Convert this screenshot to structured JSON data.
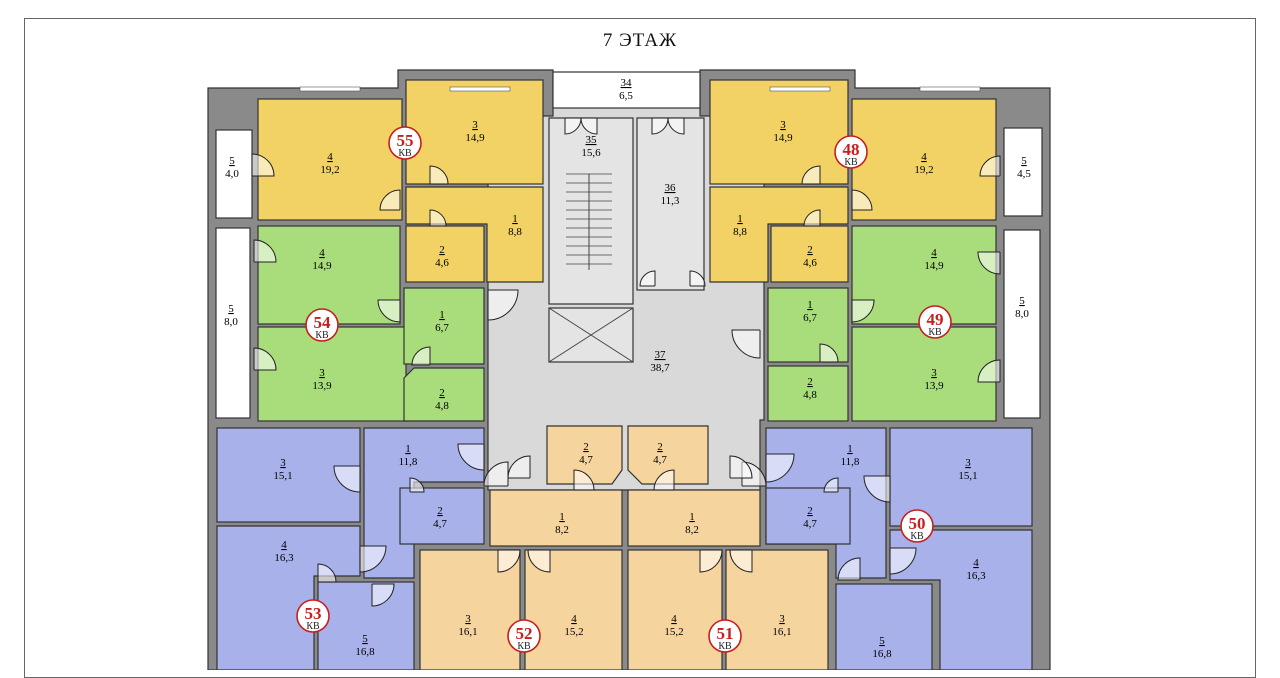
{
  "title": "7 ЭТАЖ",
  "colors": {
    "apt_yellow": "#f2d265",
    "apt_green": "#a9dc7a",
    "apt_blue": "#a9b1ea",
    "apt_peach": "#f6d49e",
    "common": "#d9d9d9",
    "wall": "#8a8a8a",
    "badge_red": "#c81e1e"
  },
  "apartments": [
    {
      "number": "55",
      "suffix": "КВ",
      "rooms": [
        {
          "n": "4",
          "a": "19,2"
        },
        {
          "n": "3",
          "a": "14,9"
        },
        {
          "n": "1",
          "a": "8,8"
        },
        {
          "n": "2",
          "a": "4,6"
        },
        {
          "n": "5",
          "a": "4,0"
        }
      ]
    },
    {
      "number": "48",
      "suffix": "КВ",
      "rooms": [
        {
          "n": "3",
          "a": "14,9"
        },
        {
          "n": "4",
          "a": "19,2"
        },
        {
          "n": "1",
          "a": "8,8"
        },
        {
          "n": "2",
          "a": "4,6"
        },
        {
          "n": "5",
          "a": "4,5"
        }
      ]
    },
    {
      "number": "54",
      "suffix": "КВ",
      "rooms": [
        {
          "n": "4",
          "a": "14,9"
        },
        {
          "n": "3",
          "a": "13,9"
        },
        {
          "n": "1",
          "a": "6,7"
        },
        {
          "n": "2",
          "a": "4,8"
        },
        {
          "n": "5",
          "a": "8,0"
        }
      ]
    },
    {
      "number": "49",
      "suffix": "КВ",
      "rooms": [
        {
          "n": "4",
          "a": "14,9"
        },
        {
          "n": "3",
          "a": "13,9"
        },
        {
          "n": "1",
          "a": "6,7"
        },
        {
          "n": "2",
          "a": "4,8"
        },
        {
          "n": "5",
          "a": "8,0"
        }
      ]
    },
    {
      "number": "53",
      "suffix": "КВ",
      "rooms": [
        {
          "n": "3",
          "a": "15,1"
        },
        {
          "n": "1",
          "a": "11,8"
        },
        {
          "n": "2",
          "a": "4,7"
        },
        {
          "n": "4",
          "a": "16,3"
        },
        {
          "n": "5",
          "a": "16,8"
        }
      ]
    },
    {
      "number": "50",
      "suffix": "КВ",
      "rooms": [
        {
          "n": "1",
          "a": "11,8"
        },
        {
          "n": "3",
          "a": "15,1"
        },
        {
          "n": "2",
          "a": "4,7"
        },
        {
          "n": "4",
          "a": "16,3"
        },
        {
          "n": "5",
          "a": "16,8"
        }
      ]
    },
    {
      "number": "52",
      "suffix": "КВ",
      "rooms": [
        {
          "n": "2",
          "a": "4,7"
        },
        {
          "n": "1",
          "a": "8,2"
        },
        {
          "n": "3",
          "a": "16,1"
        },
        {
          "n": "4",
          "a": "15,2"
        }
      ]
    },
    {
      "number": "51",
      "suffix": "КВ",
      "rooms": [
        {
          "n": "2",
          "a": "4,7"
        },
        {
          "n": "1",
          "a": "8,2"
        },
        {
          "n": "4",
          "a": "15,2"
        },
        {
          "n": "3",
          "a": "16,1"
        }
      ]
    }
  ],
  "common_rooms": [
    {
      "n": "34",
      "a": "6,5"
    },
    {
      "n": "35",
      "a": "15,6"
    },
    {
      "n": "36",
      "a": "11,3"
    },
    {
      "n": "37",
      "a": "38,7"
    }
  ]
}
